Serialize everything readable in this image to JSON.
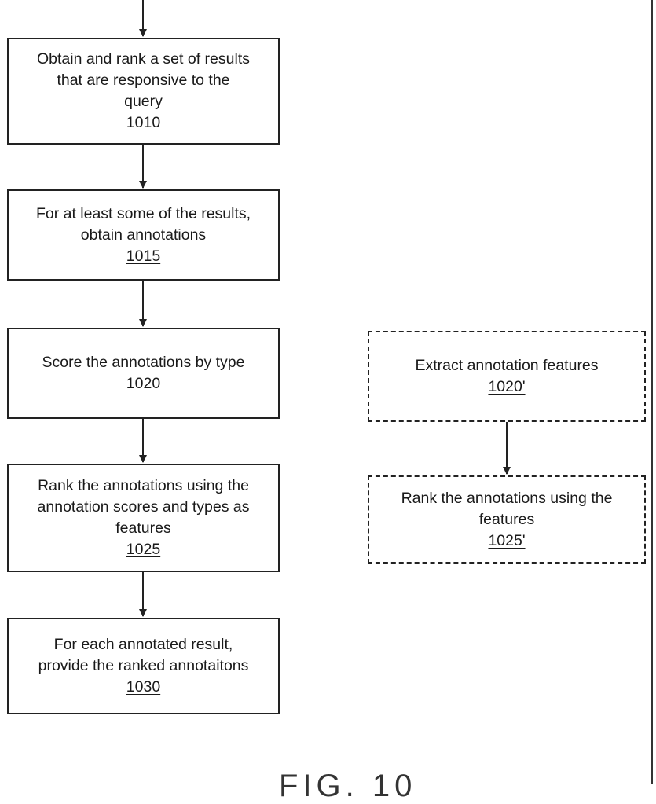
{
  "steps": {
    "s1010": {
      "text": "Obtain and rank a set of results\nthat are responsive to the\nquery",
      "ref": "1010"
    },
    "s1015": {
      "text": "For at least some of the results,\nobtain annotations",
      "ref": "1015"
    },
    "s1020": {
      "text": "Score the annotations by type",
      "ref": "1020"
    },
    "s1025": {
      "text": "Rank the annotations using the\nannotation scores and types as\nfeatures",
      "ref": "1025"
    },
    "s1030": {
      "text": "For each annotated result,\nprovide the ranked annotaitons",
      "ref": "1030"
    }
  },
  "alt_steps": {
    "s1020p": {
      "text": "Extract annotation features",
      "ref": "1020'"
    },
    "s1025p": {
      "text": "Rank the annotations using the\nfeatures",
      "ref": "1025'"
    }
  },
  "figure_label": "FIG. 10"
}
